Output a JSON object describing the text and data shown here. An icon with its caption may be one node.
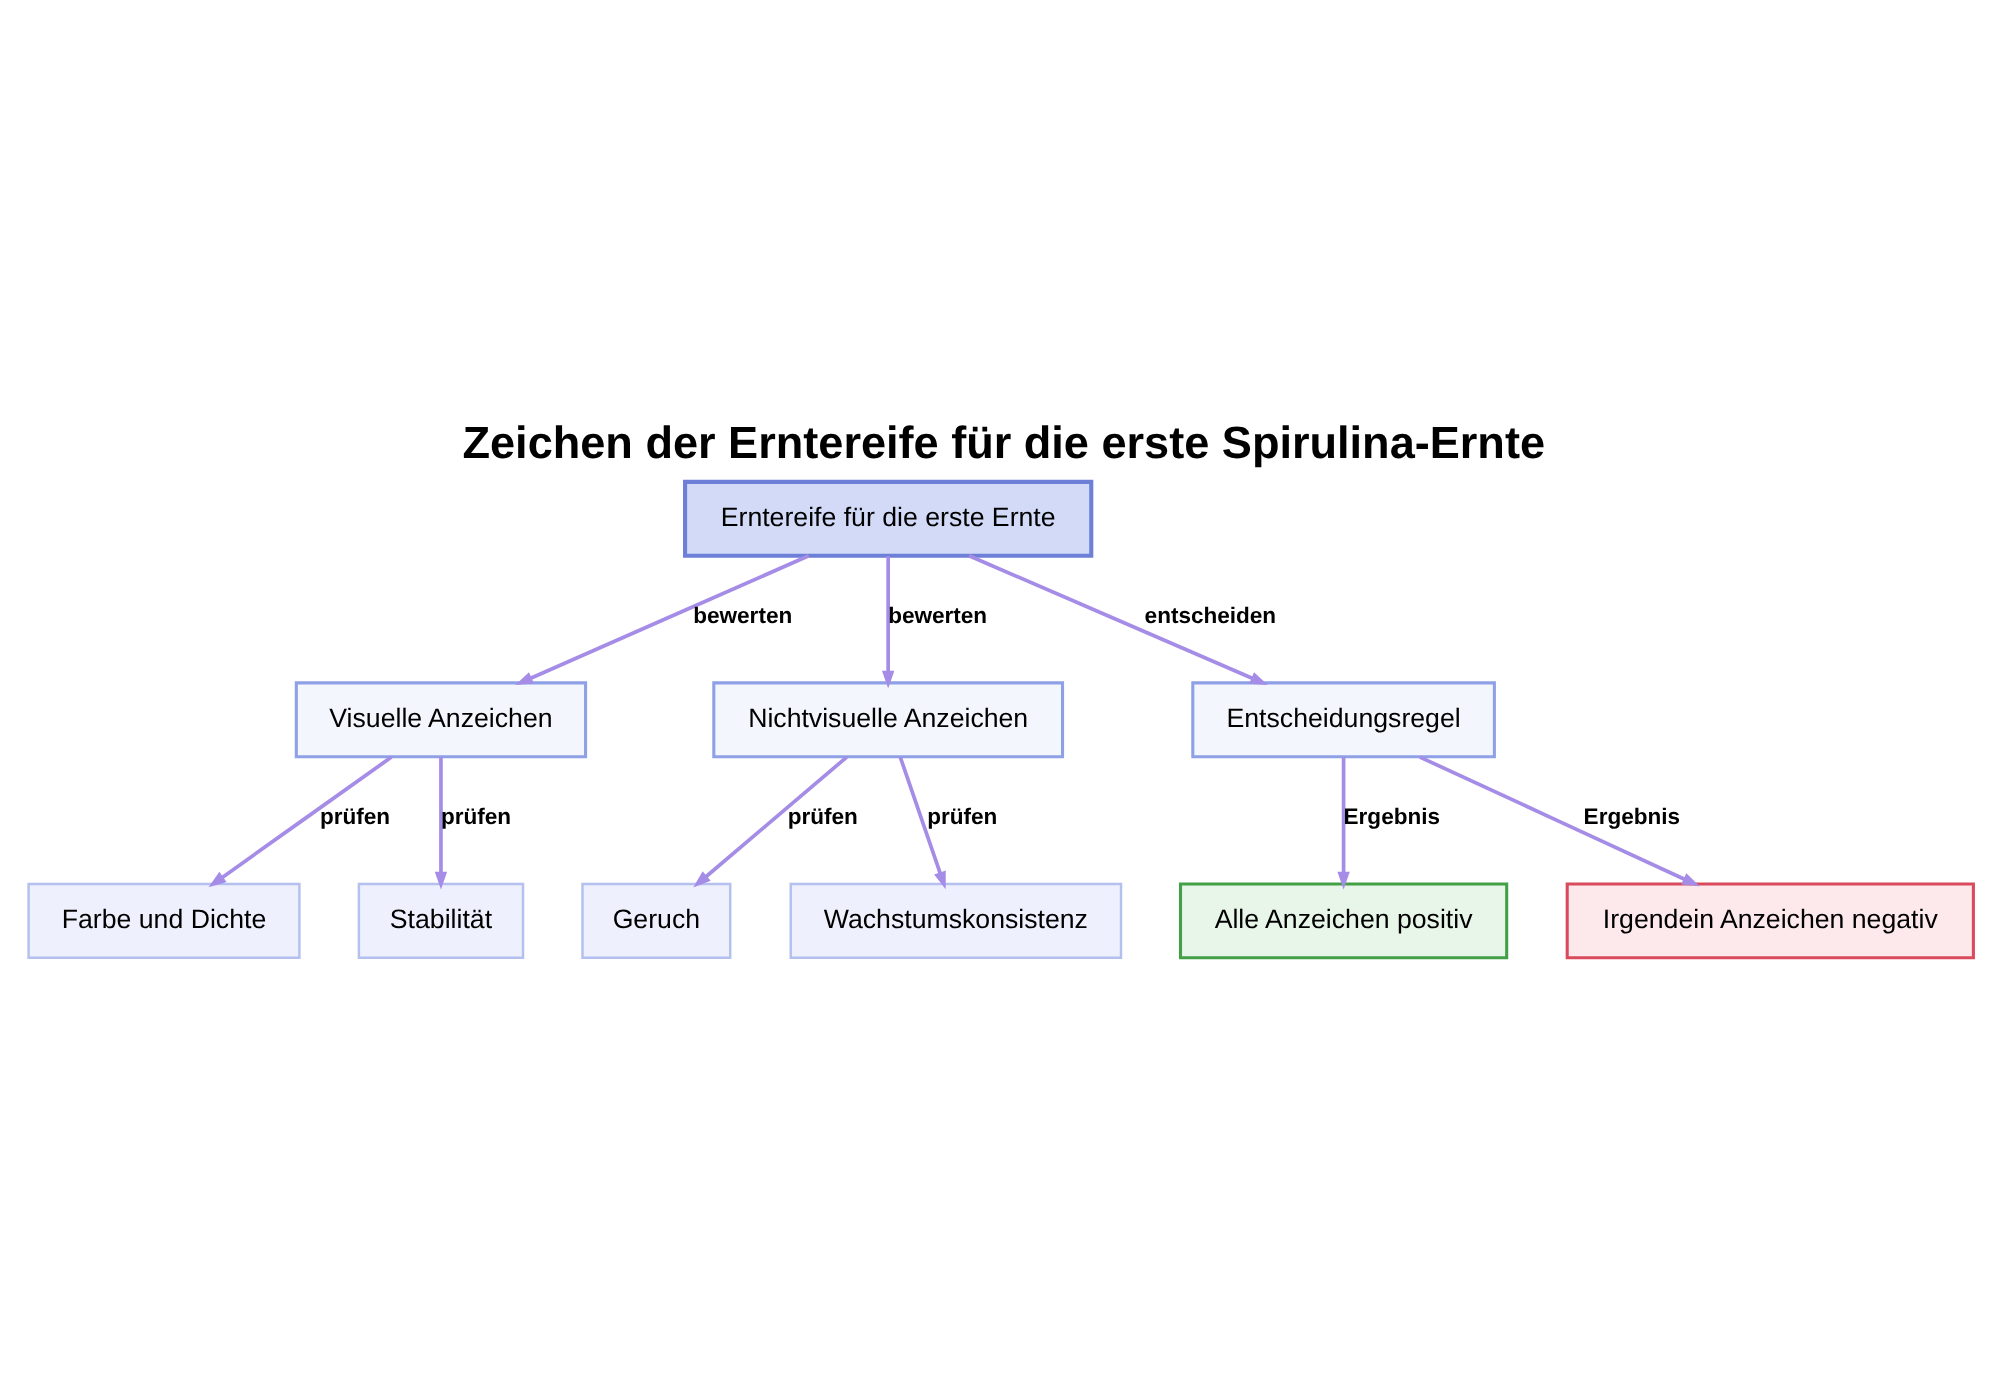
{
  "diagram": {
    "title": "Zeichen der Erntereife für die erste Spirulina-Ernte",
    "nodes": [
      {
        "text": [
          "Erntereife für die erste Ernte"
        ]
      },
      {
        "text": [
          "Visuelle Anzeichen"
        ]
      },
      {
        "text": [
          "Nichtvisuelle Anzeichen"
        ]
      },
      {
        "text": [
          "Entscheidungsregel"
        ]
      },
      {
        "text": [
          "Farbe und Dichte"
        ]
      },
      {
        "text": [
          "Stabilität"
        ]
      },
      {
        "text": [
          "Geruch"
        ]
      },
      {
        "text": [
          "Wachstumskonsistenz"
        ]
      },
      {
        "text": [
          "Alle Anzeichen positiv"
        ]
      },
      {
        "text": [
          "Irgendein Anzeichen negativ"
        ]
      }
    ],
    "edges": [
      {
        "from": 0,
        "to": 1,
        "arrow": "to",
        "label": "bewerten"
      },
      {
        "from": 0,
        "to": 2,
        "arrow": "to",
        "label": "bewerten"
      },
      {
        "from": 0,
        "to": 3,
        "arrow": "to",
        "label": "entscheiden"
      },
      {
        "from": 1,
        "to": 4,
        "arrow": "to",
        "label": "prüfen"
      },
      {
        "from": 1,
        "to": 5,
        "arrow": "to",
        "label": "prüfen"
      },
      {
        "from": 2,
        "to": 6,
        "arrow": "to",
        "label": "prüfen"
      },
      {
        "from": 2,
        "to": 7,
        "arrow": "to",
        "label": "prüfen"
      },
      {
        "from": 3,
        "to": 8,
        "arrow": "to",
        "label": "Ergebnis"
      },
      {
        "from": 3,
        "to": 9,
        "arrow": "to",
        "label": "Ergebnis"
      }
    ]
  }
}
